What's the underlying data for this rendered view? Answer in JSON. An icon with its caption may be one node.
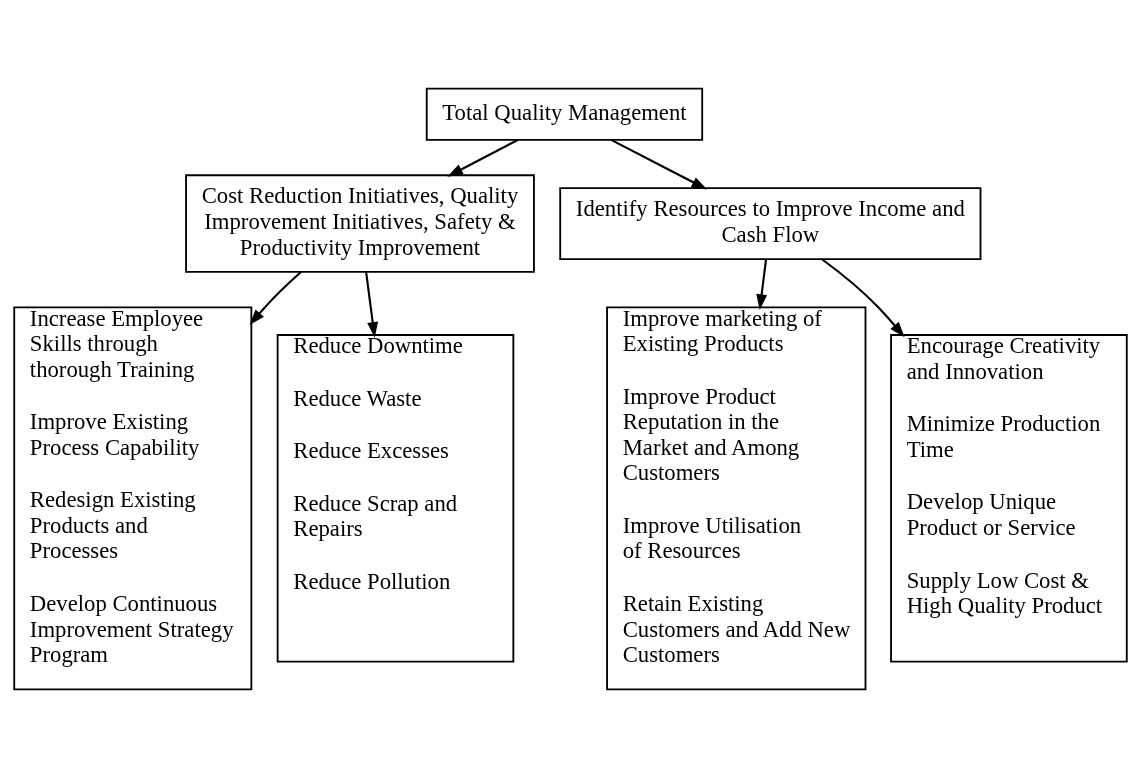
{
  "diagram": {
    "nodes": [
      {
        "text": [
          "Total Quality Management"
        ]
      },
      {
        "text": [
          "Cost Reduction Initiatives, Quality Improvement Initiatives, Safety & Productivity Improvement"
        ]
      },
      {
        "text": [
          "Identify Resources to Improve Income and Cash Flow"
        ]
      },
      {
        "text": [
          "Increase Employee Skills through thorough Training",
          "Improve Existing Process Capability",
          "Redesign Existing Products and Processes",
          "Develop Continuous Improvement Strategy Program"
        ]
      },
      {
        "text": [
          "Reduce Downtime",
          "Reduce Waste",
          "Reduce Excesses",
          "Reduce Scrap and Repairs",
          "Reduce Pollution"
        ]
      },
      {
        "text": [
          "Improve marketing of Existing Products",
          "Improve Product Reputation in the Market and Among Customers",
          "Improve Utilisation of Resources",
          "Retain Existing Customers and Add New Customers"
        ]
      },
      {
        "text": [
          "Encourage Creativity and Innovation",
          "Minimize Production Time",
          "Develop Unique Product or Service",
          "Supply Low Cost & High Quality Product"
        ]
      }
    ],
    "edges": [
      {
        "from": 0,
        "to": 1,
        "arrow": "to"
      },
      {
        "from": 0,
        "to": 2,
        "arrow": "to"
      },
      {
        "from": 1,
        "to": 3,
        "arrow": "to"
      },
      {
        "from": 1,
        "to": 4,
        "arrow": "to"
      },
      {
        "from": 2,
        "to": 5,
        "arrow": "to"
      },
      {
        "from": 2,
        "to": 6,
        "arrow": "to"
      }
    ]
  }
}
